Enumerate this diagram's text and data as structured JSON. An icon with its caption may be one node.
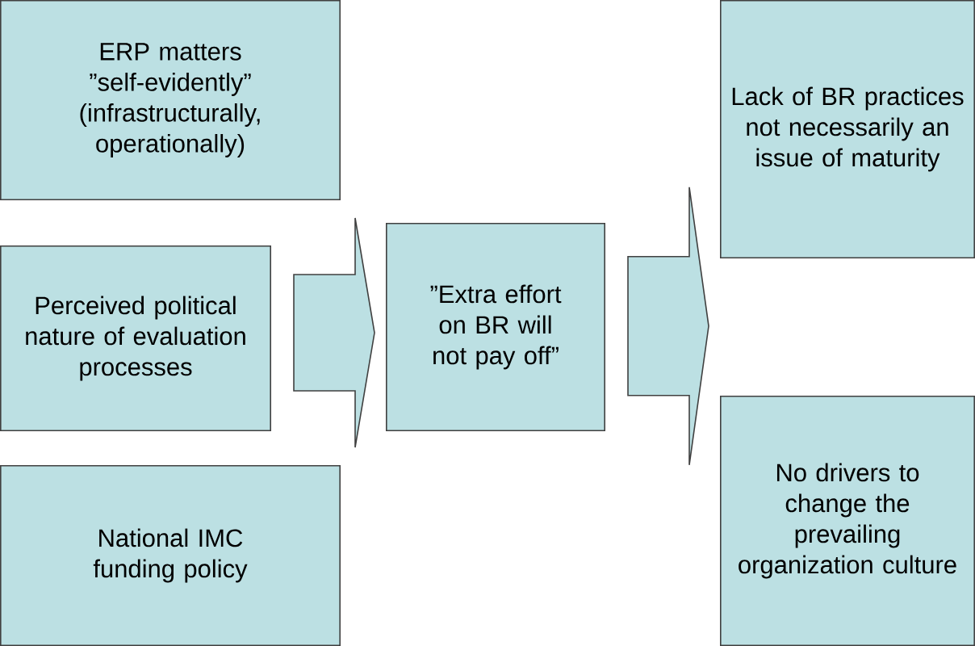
{
  "diagram": {
    "nodes": [
      {
        "text": [
          "ERP matters ”self-evidently” (infrastructurally, operationally)"
        ]
      },
      {
        "text": [
          "Perceived political nature of evaluation processes"
        ]
      },
      {
        "text": [
          "National IMC funding policy"
        ]
      },
      {
        "text": [
          "”Extra effort on BR will not pay off”"
        ]
      },
      {
        "text": [
          "Lack of BR practices not necessarily an issue of maturity"
        ]
      },
      {
        "text": [
          "No drivers to change the prevailing organization culture"
        ]
      }
    ],
    "edges": [
      {
        "from": 1,
        "to": 3,
        "arrow": "to"
      },
      {
        "from": 3,
        "to": 4,
        "arrow": "to"
      },
      {
        "from": 3,
        "to": 5,
        "arrow": "to"
      }
    ]
  }
}
